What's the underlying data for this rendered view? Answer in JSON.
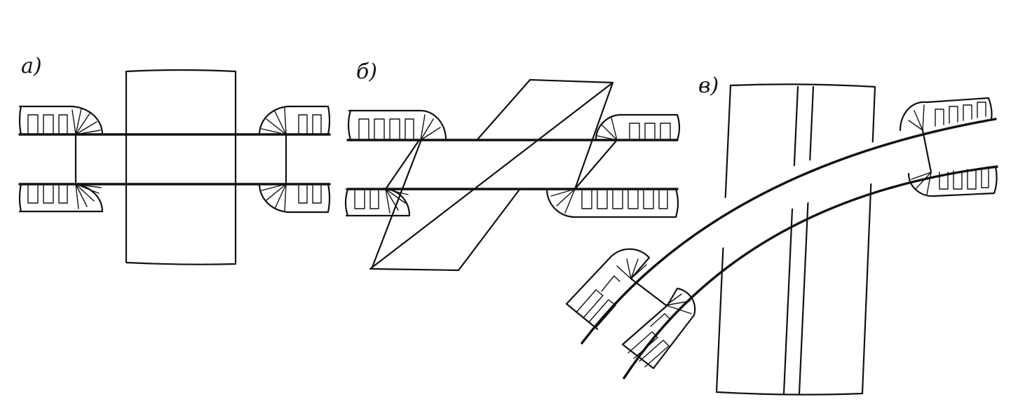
{
  "diagram": {
    "panels": [
      {
        "id": "a",
        "label": "а)"
      },
      {
        "id": "b",
        "label": "б)"
      },
      {
        "id": "v",
        "label": "в)"
      }
    ]
  },
  "colors": {
    "ink": "#111111",
    "paper": "#ffffff"
  }
}
